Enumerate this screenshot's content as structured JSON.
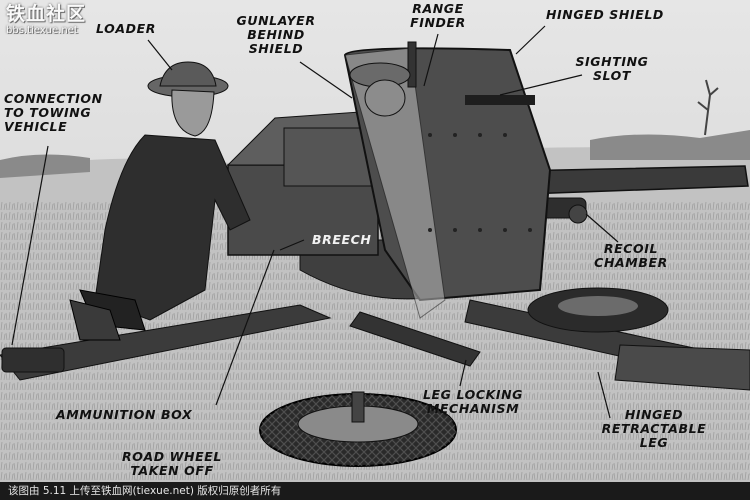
{
  "watermark": {
    "logo": "铁血社区",
    "site": "bbs.tiexue.net"
  },
  "labels": {
    "loader": [
      "LOADER"
    ],
    "gunlayer": [
      "GUNLAYER",
      "BEHIND",
      "SHIELD"
    ],
    "range_finder": [
      "RANGE",
      "FINDER"
    ],
    "hinged_shield": [
      "HINGED SHIELD"
    ],
    "sighting_slot": [
      "SIGHTING",
      "SLOT"
    ],
    "towing": [
      "CONNECTION",
      "TO TOWING",
      "VEHICLE"
    ],
    "breech": [
      "BREECH"
    ],
    "recoil": [
      "RECOIL",
      "CHAMBER"
    ],
    "ammo": [
      "AMMUNITION BOX"
    ],
    "leg_lock": [
      "LEG LOCKING",
      "MECHANISM"
    ],
    "hinged_leg": [
      "HINGED",
      "RETRACTABLE",
      "LEG"
    ],
    "road_wheel": [
      "ROAD WHEEL",
      "TAKEN OFF"
    ]
  },
  "footer": "该图由 5.11 上传至铁血网(tiexue.net) 版权归原创者所有"
}
